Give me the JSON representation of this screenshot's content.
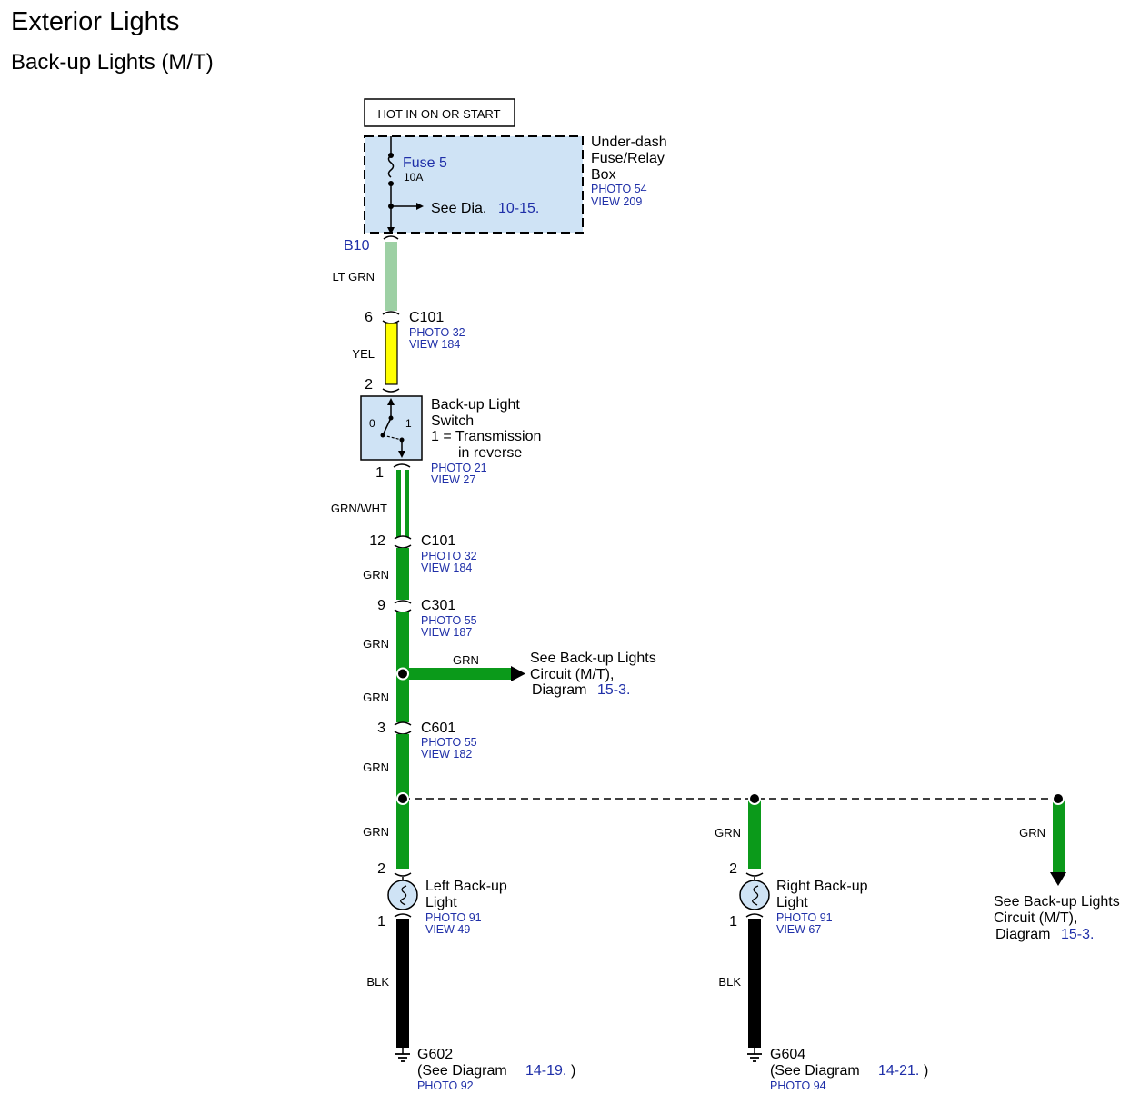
{
  "header": {
    "title": "Exterior Lights",
    "subtitle": "Back-up Lights (M/T)"
  },
  "colors": {
    "lt_grn": "#9dd0a4",
    "yel": "#ffff00",
    "grn": "#0b9a1a",
    "blk": "#000000",
    "box_fill": "#cfe3f5",
    "ref_blue": "#1f2fa8"
  },
  "power": {
    "label": "HOT IN ON OR START"
  },
  "fuse_box": {
    "name_line1": "Under-dash",
    "name_line2": "Fuse/Relay",
    "name_line3": "Box",
    "photo": "PHOTO 54",
    "view": "VIEW 209",
    "fuse_name": "Fuse 5",
    "fuse_rating": "10A",
    "see_prefix": "See Dia.",
    "see_ref": "10-15."
  },
  "wires": {
    "b10": "B10",
    "w1": "LT GRN",
    "w2": "YEL",
    "w3": "GRN/WHT",
    "w4": "GRN",
    "w5": "GRN",
    "w6": "GRN",
    "w7": "GRN",
    "w8": "GRN",
    "w_branch": "GRN",
    "w_left": "GRN",
    "w_right": "GRN",
    "w_far": "GRN",
    "blk_left": "BLK",
    "blk_right": "BLK"
  },
  "connectors": {
    "c101a": {
      "pin": "6",
      "name": "C101",
      "photo": "PHOTO 32",
      "view": "VIEW 184"
    },
    "switch_top_pin": "2",
    "switch_bottom_pin": "1",
    "c101b": {
      "pin": "12",
      "name": "C101",
      "photo": "PHOTO 32",
      "view": "VIEW 184"
    },
    "c301": {
      "pin": "9",
      "name": "C301",
      "photo": "PHOTO 55",
      "view": "VIEW 187"
    },
    "c601": {
      "pin": "3",
      "name": "C601",
      "photo": "PHOTO 55",
      "view": "VIEW 182"
    }
  },
  "switch": {
    "name_line1": "Back-up Light",
    "name_line2": "Switch",
    "note_line1": "1 = Transmission",
    "note_line2": "in reverse",
    "pos0": "0",
    "pos1": "1",
    "photo": "PHOTO 21",
    "view": "VIEW 27"
  },
  "branch_ref": {
    "line1": "See Back-up Lights",
    "line2": "Circuit (M/T),",
    "line3_prefix": "Diagram",
    "line3_ref": "15-3."
  },
  "left_light": {
    "pin_top": "2",
    "pin_bottom": "1",
    "name_line1": "Left Back-up",
    "name_line2": "Light",
    "photo": "PHOTO 91",
    "view": "VIEW 49"
  },
  "right_light": {
    "pin_top": "2",
    "pin_bottom": "1",
    "name_line1": "Right Back-up",
    "name_line2": "Light",
    "photo": "PHOTO 91",
    "view": "VIEW 67"
  },
  "far_ref": {
    "line1": "See Back-up Lights",
    "line2": "Circuit (M/T),",
    "line3_prefix": "Diagram",
    "line3_ref": "15-3."
  },
  "ground_left": {
    "name": "G602",
    "see_prefix": "(See Diagram",
    "see_ref": "14-19.",
    "see_suffix": ")",
    "photo": "PHOTO 92"
  },
  "ground_right": {
    "name": "G604",
    "see_prefix": "(See Diagram",
    "see_ref": "14-21.",
    "see_suffix": ")",
    "photo": "PHOTO 94"
  }
}
